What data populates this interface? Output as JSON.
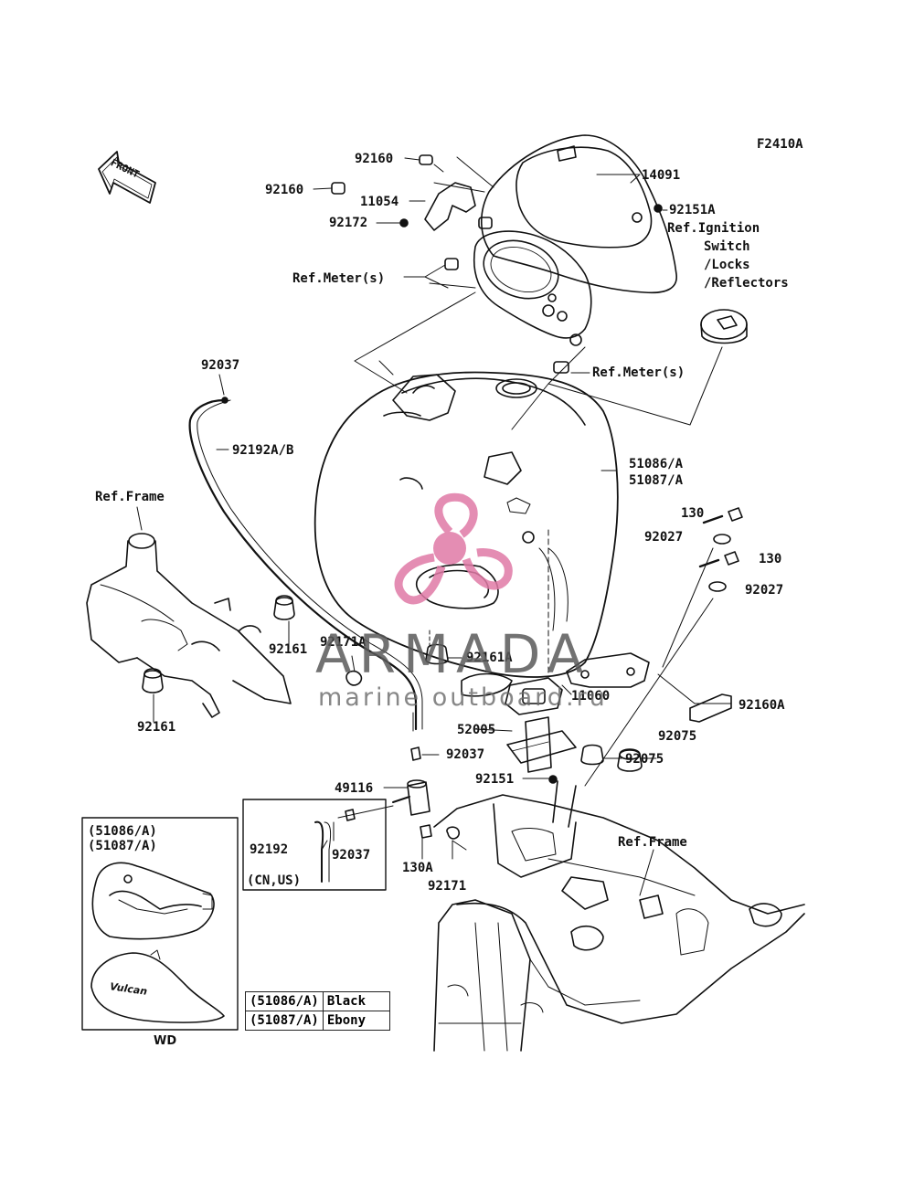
{
  "figure_code": "F2410A",
  "front_arrow_label": "FRONT",
  "callouts": {
    "p92160_top": "92160",
    "p14091": "14091",
    "p92160_left": "92160",
    "p11054": "11054",
    "p92151A": "92151A",
    "ref_ignition_1": "Ref.Ignition",
    "ref_ignition_2": "Switch",
    "ref_ignition_3": "/Locks",
    "ref_ignition_4": "/Reflectors",
    "p92172": "92172",
    "ref_meter_left": "Ref.Meter(s)",
    "p92037_top": "92037",
    "ref_meter_right": "Ref.Meter(s)",
    "p92192AB": "92192A/B",
    "p51086A": "51086/A",
    "p51087A": "51087/A",
    "ref_frame_left": "Ref.Frame",
    "p130_top": "130",
    "p92027_top": "92027",
    "p130_mid": "130",
    "p92027_mid": "92027",
    "p92161_right": "92161",
    "p92171A": "92171A",
    "p92161A": "92161A",
    "p11060": "11060",
    "p92160A": "92160A",
    "p92161_left": "92161",
    "p52005": "52005",
    "p92075_top": "92075",
    "p92037_mid": "92037",
    "p92075_bot": "92075",
    "p92151": "92151",
    "p49116": "49116",
    "ref_frame_right": "Ref.Frame",
    "p92192": "92192",
    "p92037_box": "92037",
    "cn_us": "(CN,US)",
    "p130A": "130A",
    "p92171": "92171",
    "inset_label_1": "(51086/A)",
    "inset_label_2": "(51087/A)",
    "inset_caption": "WD",
    "tank_logo": "Vulcan"
  },
  "color_table": [
    {
      "part": "(51086/A)",
      "color": "Black"
    },
    {
      "part": "(51087/A)",
      "color": "Ebony"
    }
  ],
  "watermark": {
    "word": "ARMADA",
    "subtitle": "marine outboard.ru",
    "color": "#e07aa6"
  }
}
